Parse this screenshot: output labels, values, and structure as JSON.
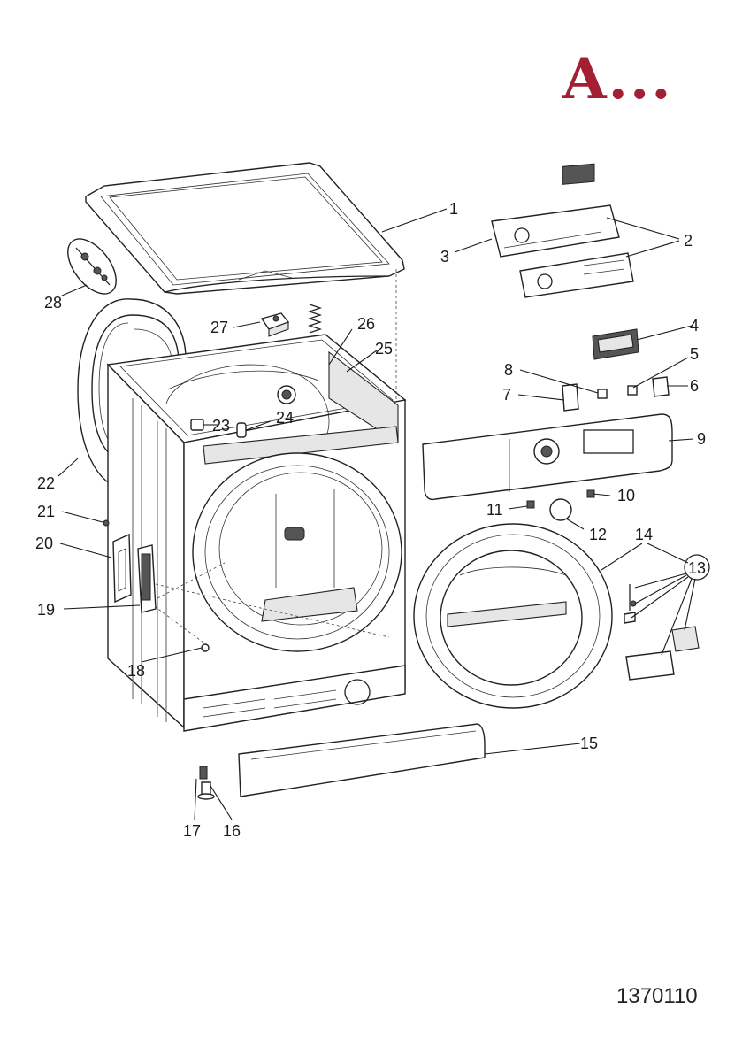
{
  "header": {
    "section_mark": "A..."
  },
  "footer": {
    "drawing_number": "1370110"
  },
  "callouts": [
    "1",
    "2",
    "3",
    "4",
    "5",
    "6",
    "7",
    "8",
    "9",
    "10",
    "11",
    "12",
    "13",
    "14",
    "15",
    "16",
    "17",
    "18",
    "19",
    "20",
    "21",
    "22",
    "23",
    "24",
    "25",
    "26",
    "27",
    "28"
  ]
}
